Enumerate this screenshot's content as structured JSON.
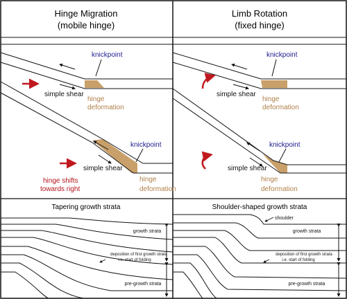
{
  "left": {
    "title_line1": "Hinge Migration",
    "title_line2": "(mobile hinge)",
    "top_knickpoint": "knickpoint",
    "top_simple_shear": "simple shear",
    "top_hinge_line1": "hinge",
    "top_hinge_line2": "deformation",
    "bottom_knickpoint": "knickpoint",
    "bottom_simple_shear": "simple shear",
    "bottom_hinge_line1": "hinge",
    "bottom_hinge_line2": "deformation",
    "shift_line1": "hinge shifts",
    "shift_line2": "towards right",
    "strata_title": "Tapering growth strata"
  },
  "right": {
    "title_line1": "Limb Rotation",
    "title_line2": "(fixed hinge)",
    "top_knickpoint": "knickpoint",
    "top_simple_shear": "simple shear",
    "top_hinge_line1": "hinge",
    "top_hinge_line2": "deformation",
    "bottom_knickpoint": "knickpoint",
    "bottom_simple_shear": "simple shear",
    "bottom_hinge_line1": "hinge",
    "bottom_hinge_line2": "deformation",
    "strata_title": "Shoulder-shaped growth strata",
    "shoulder_label": "shoulder",
    "growth_label": "growth strata",
    "deposition_line1": "deposition of first growth strata",
    "deposition_line2": "i.e. start of folding",
    "pregrowth_label": "pre-growth strata"
  },
  "colors": {
    "hinge": "#c9a06a",
    "knickpoint_text": "#1a1a8c",
    "hinge_text": "#b0804a",
    "red_text": "#b5121b",
    "arrow_red": "#c0181f"
  }
}
